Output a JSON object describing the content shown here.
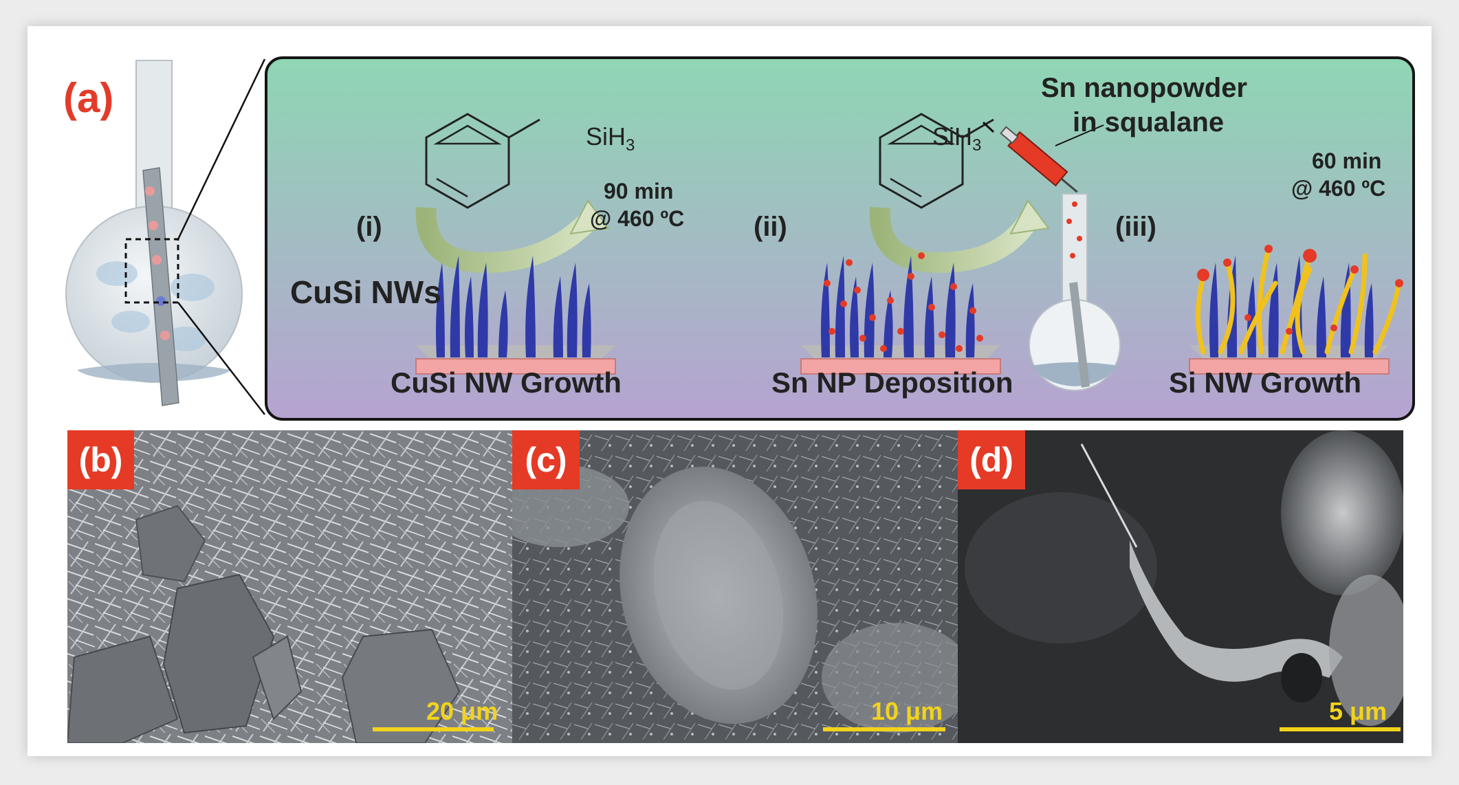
{
  "panel_a": {
    "label": "(a)",
    "stage_i": {
      "roman": "(i)",
      "reagent": "SiH",
      "subscript": "3",
      "time": "90 min",
      "temp": "@ 460 ºC",
      "nw_label": "CuSi NWs",
      "caption": "CuSi NW Growth"
    },
    "stage_ii": {
      "roman": "(ii)",
      "reagent": "SiH",
      "subscript": "3",
      "syringe_line1": "Sn nanopowder",
      "syringe_line2": "in squalane",
      "caption": "Sn NP Deposition"
    },
    "stage_iii": {
      "roman": "(iii)",
      "time": "60 min",
      "temp": "@ 460 ºC",
      "caption": "Si NW Growth"
    }
  },
  "panel_b": {
    "label": "(b)",
    "scale": "20 μm"
  },
  "panel_c": {
    "label": "(c)",
    "scale": "10 μm"
  },
  "panel_d": {
    "label": "(d)",
    "scale": "5 μm"
  },
  "colors": {
    "label_red": "#e53a26",
    "scale_yellow": "#f2d31b",
    "scheme_top": "#8fd6b4",
    "scheme_bottom": "#b6a3d1",
    "nanowire_blue": "#2f3aa8",
    "substrate_pink": "#f3a4a4",
    "si_nw_yellow": "#f1c21b"
  }
}
